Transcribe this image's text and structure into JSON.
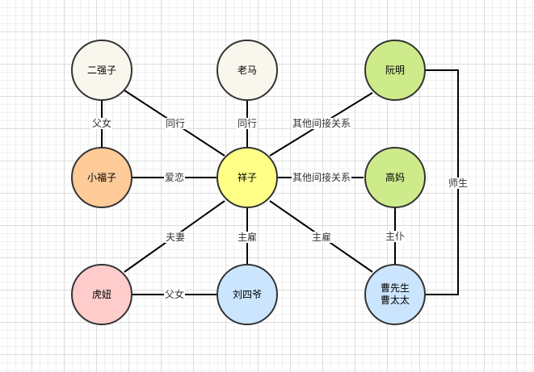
{
  "nodes": {
    "erqiangzi": {
      "label": "二强子",
      "color": "#f9f7ed"
    },
    "laoma": {
      "label": "老马",
      "color": "#f9f7ed"
    },
    "ruanming": {
      "label": "阮明",
      "color": "#cdeb8b"
    },
    "xiaofuzi": {
      "label": "小福子",
      "color": "#ffcc99"
    },
    "xiangzi": {
      "label": "祥子",
      "color": "#ffff88"
    },
    "gaoma": {
      "label": "高妈",
      "color": "#cdeb8b"
    },
    "huniu": {
      "label": "虎妞",
      "color": "#ffcccc"
    },
    "liusiye": {
      "label": "刘四爷",
      "color": "#cce5ff"
    },
    "cao": {
      "line1": "曹先生",
      "line2": "曹太太",
      "color": "#cce5ff"
    }
  },
  "edges": {
    "erqiangzi_xiaofuzi": "父女",
    "erqiangzi_xiangzi": "同行",
    "laoma_xiangzi": "同行",
    "ruanming_xiangzi": "其他间接关系",
    "xiaofuzi_xiangzi": "爱恋",
    "gaoma_xiangzi": "其他间接关系",
    "huniu_xiangzi": "夫妻",
    "liusiye_xiangzi": "主雇",
    "cao_xiangzi": "主雇",
    "gaoma_cao": "主仆",
    "huniu_liusiye": "父女",
    "ruanming_cao": "师生"
  },
  "colors": {
    "stroke": "#000000",
    "node_border": "#333333"
  }
}
